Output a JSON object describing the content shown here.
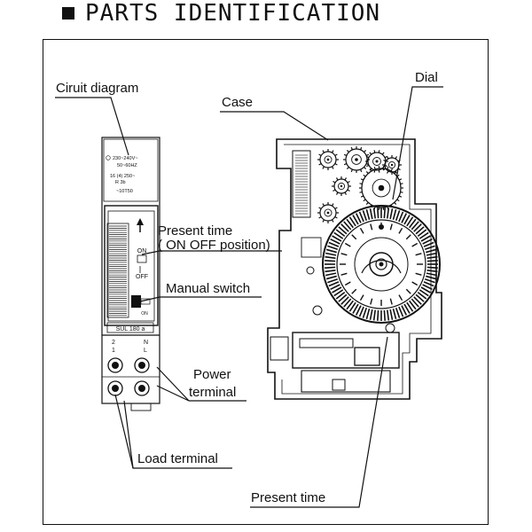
{
  "header": {
    "title": "PARTS IDENTIFICATION"
  },
  "callouts": {
    "circuit_diagram": "Ciruit diagram",
    "case": "Case",
    "dial": "Dial",
    "present_time_position_1": "Present time",
    "present_time_position_2": "( ON OFF position)",
    "manual_switch": "Manual switch",
    "power_terminal_1": "Power",
    "power_terminal_2": "terminal",
    "load_terminal": "Load terminal",
    "present_time": "Present time"
  },
  "device_labels": {
    "circuit_1": "230~240V~",
    "circuit_2": "50~60HZ",
    "circuit_3": "16 (4) 250~",
    "circuit_4": "R    3b",
    "circuit_5": "~10T50",
    "on": "ON",
    "off": "OFF",
    "model": "SUL 180 a",
    "terminal_2": "2",
    "terminal_n": "N",
    "terminal_1": "1",
    "terminal_l": "L",
    "switch_on": "ON"
  }
}
